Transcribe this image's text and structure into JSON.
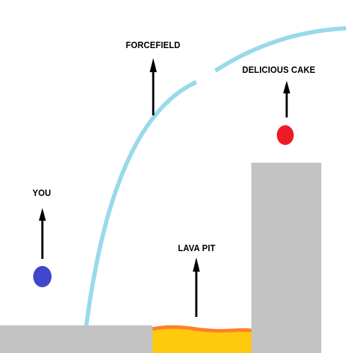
{
  "labels": {
    "you": "YOU",
    "forcefield": "FORCEFIELD",
    "lava_pit": "LAVA PIT",
    "delicious_cake": "DELICIOUS CAKE"
  },
  "colors": {
    "background": "#ffffff",
    "ground": "#c3c3c3",
    "forcefield": "#99d9ea",
    "lava_fill": "#ffc90e",
    "lava_surface": "#ff7f27",
    "player": "#3f48cc",
    "cake": "#ed1c24",
    "arrow": "#000000"
  }
}
